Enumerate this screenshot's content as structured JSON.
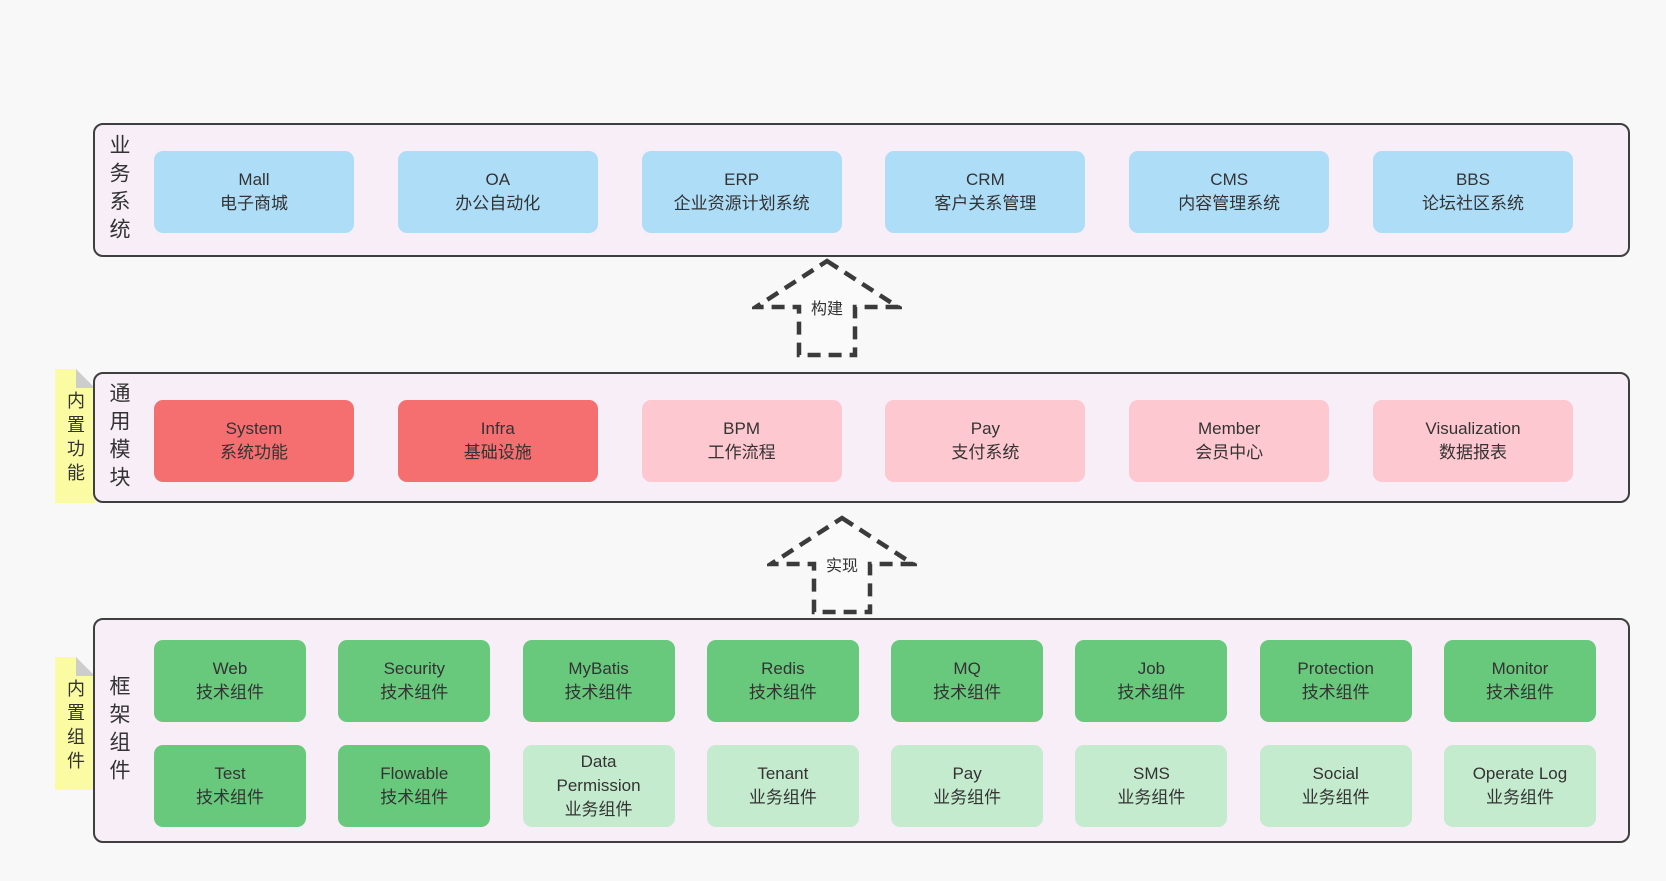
{
  "colors": {
    "page_bg": "#f8f8f8",
    "panel_bg": "#f8eef7",
    "panel_border": "#3f3f3f",
    "text": "#333333",
    "blue": "#aeddf8",
    "red": "#f56e70",
    "pink": "#fdc8d0",
    "green": "#68c87c",
    "light_green": "#c5ebcf",
    "note_yellow": "#fbfba4"
  },
  "arrows": {
    "build_label": "构建",
    "implement_label": "实现"
  },
  "business_layer": {
    "label": "业务系统",
    "boxes": [
      {
        "name": "Mall",
        "desc": "电子商城"
      },
      {
        "name": "OA",
        "desc": "办公自动化"
      },
      {
        "name": "ERP",
        "desc": "企业资源计划系统"
      },
      {
        "name": "CRM",
        "desc": "客户关系管理"
      },
      {
        "name": "CMS",
        "desc": "内容管理系统"
      },
      {
        "name": "BBS",
        "desc": "论坛社区系统"
      }
    ]
  },
  "modules_layer": {
    "note": "内置功能",
    "label": "通用模块",
    "boxes": [
      {
        "name": "System",
        "desc": "系统功能"
      },
      {
        "name": "Infra",
        "desc": "基础设施"
      },
      {
        "name": "BPM",
        "desc": "工作流程"
      },
      {
        "name": "Pay",
        "desc": "支付系统"
      },
      {
        "name": "Member",
        "desc": "会员中心"
      },
      {
        "name": "Visualization",
        "desc": "数据报表"
      }
    ]
  },
  "components_layer": {
    "note": "内置组件",
    "label": "框架组件",
    "row1": [
      {
        "name": "Web",
        "desc": "技术组件"
      },
      {
        "name": "Security",
        "desc": "技术组件"
      },
      {
        "name": "MyBatis",
        "desc": "技术组件"
      },
      {
        "name": "Redis",
        "desc": "技术组件"
      },
      {
        "name": "MQ",
        "desc": "技术组件"
      },
      {
        "name": "Job",
        "desc": "技术组件"
      },
      {
        "name": "Protection",
        "desc": "技术组件"
      },
      {
        "name": "Monitor",
        "desc": "技术组件"
      }
    ],
    "row2": [
      {
        "name": "Test",
        "desc": "技术组件"
      },
      {
        "name": "Flowable",
        "desc": "技术组件"
      },
      {
        "name": "Data Permission",
        "desc": "业务组件"
      },
      {
        "name": "Tenant",
        "desc": "业务组件"
      },
      {
        "name": "Pay",
        "desc": "业务组件"
      },
      {
        "name": "SMS",
        "desc": "业务组件"
      },
      {
        "name": "Social",
        "desc": "业务组件"
      },
      {
        "name": "Operate Log",
        "desc": "业务组件"
      }
    ]
  }
}
